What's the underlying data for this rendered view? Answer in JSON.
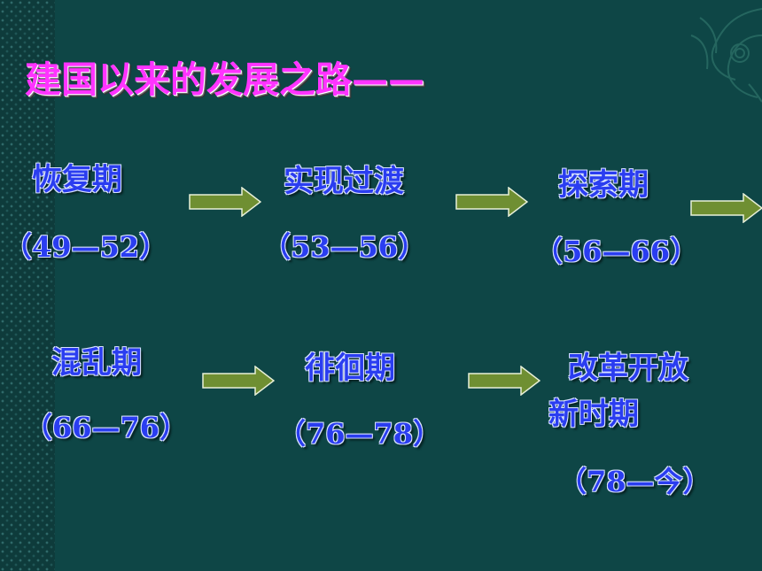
{
  "slide": {
    "title": "建国以来的发展之路——",
    "row1": [
      {
        "label": "恢复期",
        "period": "（49—52）"
      },
      {
        "label": "实现过渡",
        "period": "（53—56）"
      },
      {
        "label": "探索期",
        "period": "（56—66）"
      }
    ],
    "row2": [
      {
        "label": "混乱期",
        "period": "（66—76）"
      },
      {
        "label": "徘徊期",
        "period": "（76—78）"
      },
      {
        "label_line1": "改革开放",
        "label_line2": "新时期",
        "period": "（78—今）"
      }
    ]
  },
  "colors": {
    "background": "#0e4646",
    "title": "#ff33ff",
    "text": "#2a3df0",
    "arrow": "#6f8f32"
  }
}
